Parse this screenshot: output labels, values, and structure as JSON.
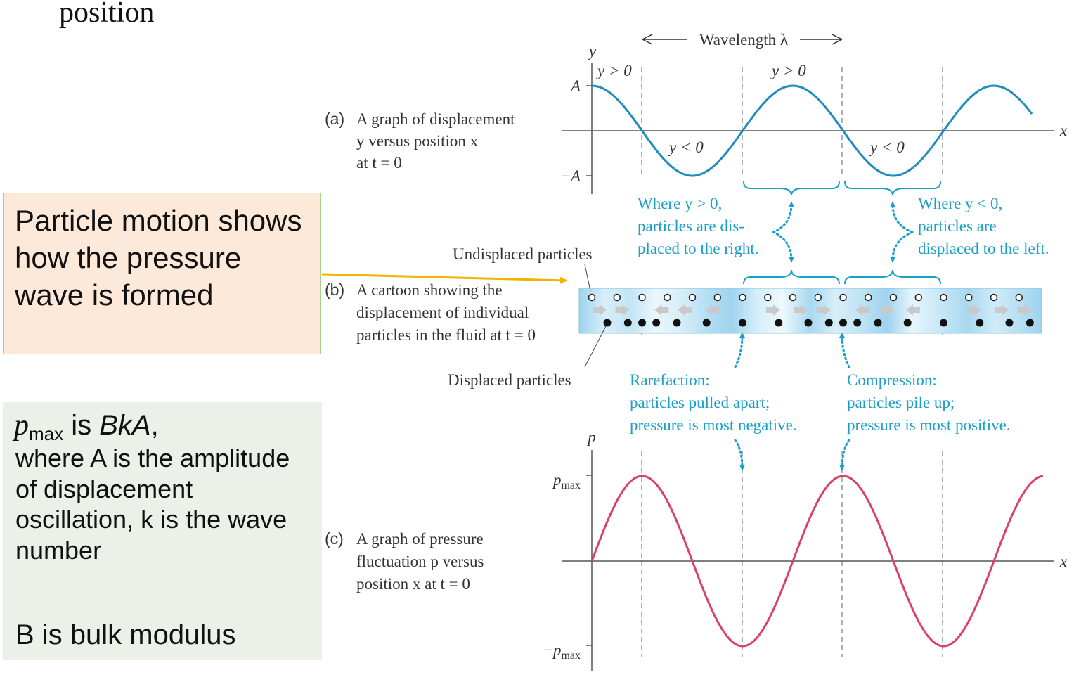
{
  "heading_fragment": "position",
  "note_particle": "Particle motion shows how the pressure wave is formed",
  "note_pmax": {
    "symbol": "p",
    "subscript": "max",
    "is": " is ",
    "formula": "BkA",
    "comma": ",",
    "body": "where A is the amplitude of displacement oscillation, k is the wave number",
    "bulk": "B is bulk modulus"
  },
  "figure": {
    "wavelength_label": "Wavelength λ",
    "panel_a": {
      "tag": "(a)",
      "caption": [
        "A graph of displacement",
        "y versus position x",
        "at t = 0"
      ],
      "y_axis": "y",
      "x_axis": "x",
      "tick_top": "A",
      "tick_bottom": "−A",
      "region_labels": [
        "y > 0",
        "y > 0",
        "y < 0",
        "y < 0"
      ]
    },
    "panel_b": {
      "tag": "(b)",
      "caption": [
        "A cartoon showing the",
        "displacement of individual",
        "particles in the fluid at t = 0"
      ],
      "undisplaced": "Undisplaced particles",
      "displaced": "Displaced particles",
      "right_note": [
        "Where y > 0,",
        "particles are dis-",
        "placed to the right."
      ],
      "left_note": [
        "Where y < 0,",
        "particles are",
        "displaced to the left."
      ],
      "rarefaction": [
        "Rarefaction:",
        "particles pulled apart;",
        "pressure is most negative."
      ],
      "compression": [
        "Compression:",
        "particles pile up;",
        "pressure is most positive."
      ]
    },
    "panel_c": {
      "tag": "(c)",
      "caption": [
        "A graph of pressure",
        "fluctuation p versus",
        "position x at t = 0"
      ],
      "y_axis": "p",
      "x_axis": "x",
      "tick_top": "pmax",
      "tick_bottom": "−pmax"
    },
    "colors": {
      "displacement_curve": "#1f8cbf",
      "pressure_curve": "#d9416b",
      "annotation": "#1a9fc9",
      "arrow": "#f0b400"
    }
  }
}
